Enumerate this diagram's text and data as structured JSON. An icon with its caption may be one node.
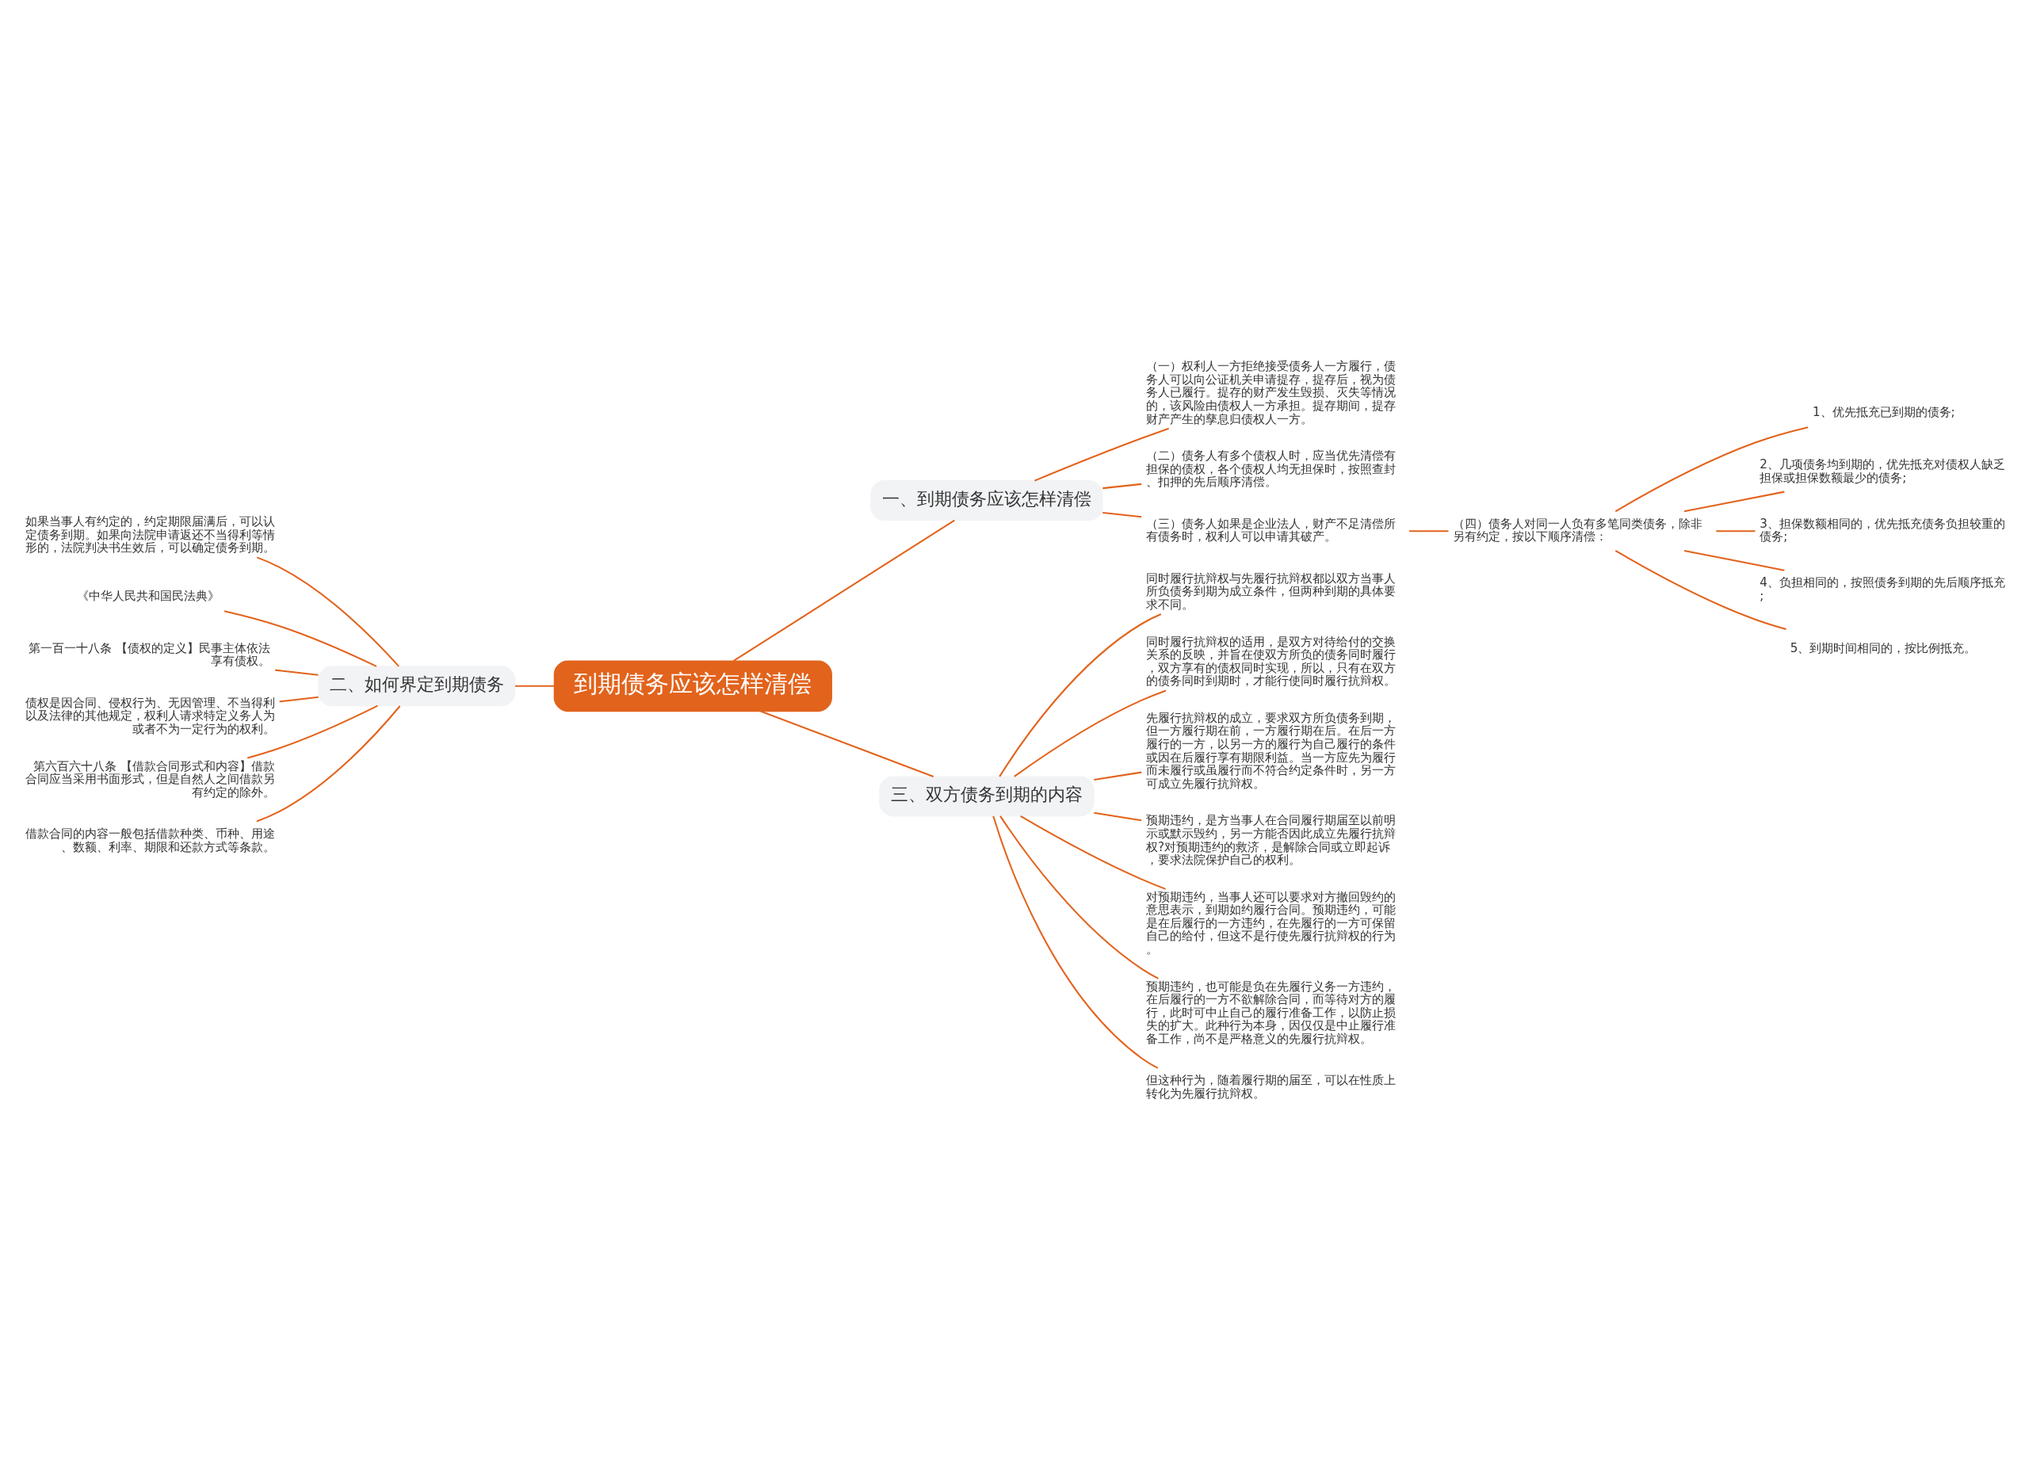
{
  "diagram": {
    "nodes": [
      {
        "text": [
          "到期债务应该怎样清偿"
        ]
      },
      {
        "text": [
          "一、到期债务应该怎样清偿"
        ]
      },
      {
        "text": [
          "（一）权利人一方拒绝接受债务人一方履行，债务人可以向公证机关申请提存，提存后，视为债务人已履行。提存的财产发生毁损、灭失等情况的，该风险由债权人一方承担。提存期间，提存财产产生的孳息归债权人一方。"
        ]
      },
      {
        "text": [
          "（二）债务人有多个债权人时，应当优先清偿有担保的债权，各个债权人均无担保时，按照查封、扣押的先后顺序清偿。"
        ]
      },
      {
        "text": [
          "（三）债务人如果是企业法人，财产不足清偿所有债务时，权利人可以申请其破产。"
        ]
      },
      {
        "text": [
          "（四）债务人对同一人负有多笔同类债务，除非另有约定，按以下顺序清偿："
        ]
      },
      {
        "text": [
          "1、优先抵充已到期的债务;"
        ]
      },
      {
        "text": [
          "2、几项债务均到期的，优先抵充对债权人缺乏担保或担保数额最少的债务;"
        ]
      },
      {
        "text": [
          "3、担保数额相同的，优先抵充债务负担较重的债务;"
        ]
      },
      {
        "text": [
          "4、负担相同的，按照债务到期的先后顺序抵充;"
        ]
      },
      {
        "text": [
          "5、到期时间相同的，按比例抵充。"
        ]
      },
      {
        "text": [
          "二、如何界定到期债务"
        ]
      },
      {
        "text": [
          "如果当事人有约定的，约定期限届满后，可以认定债务到期。如果向法院申请返还不当得利等情形的，法院判决书生效后，可以确定债务到期。"
        ]
      },
      {
        "text": [
          "《中华人民共和国民法典》"
        ]
      },
      {
        "text": [
          "第一百一十八条 【债权的定义】民事主体依法享有债权。"
        ]
      },
      {
        "text": [
          "债权是因合同、侵权行为、无因管理、不当得利以及法律的其他规定，权利人请求特定义务人为或者不为一定行为的权利。"
        ]
      },
      {
        "text": [
          "第六百六十八条 【借款合同形式和内容】借款合同应当采用书面形式，但是自然人之间借款另有约定的除外。"
        ]
      },
      {
        "text": [
          "借款合同的内容一般包括借款种类、币种、用途、数额、利率、期限和还款方式等条款。"
        ]
      },
      {
        "text": [
          "三、双方债务到期的内容"
        ]
      },
      {
        "text": [
          "同时履行抗辩权与先履行抗辩权都以双方当事人所负债务到期为成立条件，但两种到期的具体要求不同。"
        ]
      },
      {
        "text": [
          "同时履行抗辩权的适用，是双方对待给付的交换关系的反映，并旨在使双方所负的债务同时履行，双方享有的债权同时实现，所以，只有在双方的债务同时到期时，才能行使同时履行抗辩权。"
        ]
      },
      {
        "text": [
          "先履行抗辩权的成立，要求双方所负债务到期，但一方履行期在前，一方履行期在后。在后一方履行的一方，以另一方的履行为自己履行的条件或因在后履行享有期限利益。当一方应先为履行而未履行或虽履行而不符合约定条件时，另一方可成立先履行抗辩权。"
        ]
      },
      {
        "text": [
          "预期违约，是方当事人在合同履行期届至以前明示或默示毁约，另一方能否因此成立先履行抗辩权?对预期违约的救济，是解除合同或立即起诉，要求法院保护自己的权利。"
        ]
      },
      {
        "text": [
          "对预期违约，当事人还可以要求对方撤回毁约的意思表示，到期如约履行合同。预期违约，可能是在后履行的一方违约，在先履行的一方可保留自己的给付，但这不是行使先履行抗辩权的行为。"
        ]
      },
      {
        "text": [
          "预期违约，也可能是负在先履行义务一方违约，在后履行的一方不欲解除合同，而等待对方的履行，此时可中止自己的履行准备工作，以防止损失的扩大。此种行为本身，因仅仅是中止履行准备工作，尚不是严格意义的先履行抗辩权。"
        ]
      },
      {
        "text": [
          "但这种行为，随着履行期的届至，可以在性质上转化为先履行抗辩权。"
        ]
      }
    ],
    "edges": [
      {
        "from": 0,
        "to": 1,
        "arrow": "none"
      },
      {
        "from": 1,
        "to": 2,
        "arrow": "none"
      },
      {
        "from": 1,
        "to": 3,
        "arrow": "none"
      },
      {
        "from": 1,
        "to": 4,
        "arrow": "none"
      },
      {
        "from": 4,
        "to": 5,
        "arrow": "none"
      },
      {
        "from": 5,
        "to": 6,
        "arrow": "none"
      },
      {
        "from": 5,
        "to": 7,
        "arrow": "none"
      },
      {
        "from": 5,
        "to": 8,
        "arrow": "none"
      },
      {
        "from": 5,
        "to": 9,
        "arrow": "none"
      },
      {
        "from": 5,
        "to": 10,
        "arrow": "none"
      },
      {
        "from": 0,
        "to": 11,
        "arrow": "none"
      },
      {
        "from": 11,
        "to": 12,
        "arrow": "none"
      },
      {
        "from": 11,
        "to": 13,
        "arrow": "none"
      },
      {
        "from": 11,
        "to": 14,
        "arrow": "none"
      },
      {
        "from": 11,
        "to": 15,
        "arrow": "none"
      },
      {
        "from": 11,
        "to": 16,
        "arrow": "none"
      },
      {
        "from": 11,
        "to": 17,
        "arrow": "none"
      },
      {
        "from": 0,
        "to": 18,
        "arrow": "none"
      },
      {
        "from": 18,
        "to": 19,
        "arrow": "none"
      },
      {
        "from": 18,
        "to": 20,
        "arrow": "none"
      },
      {
        "from": 18,
        "to": 21,
        "arrow": "none"
      },
      {
        "from": 18,
        "to": 22,
        "arrow": "none"
      },
      {
        "from": 18,
        "to": 23,
        "arrow": "none"
      },
      {
        "from": 18,
        "to": 24,
        "arrow": "none"
      },
      {
        "from": 18,
        "to": 25,
        "arrow": "none"
      }
    ]
  }
}
